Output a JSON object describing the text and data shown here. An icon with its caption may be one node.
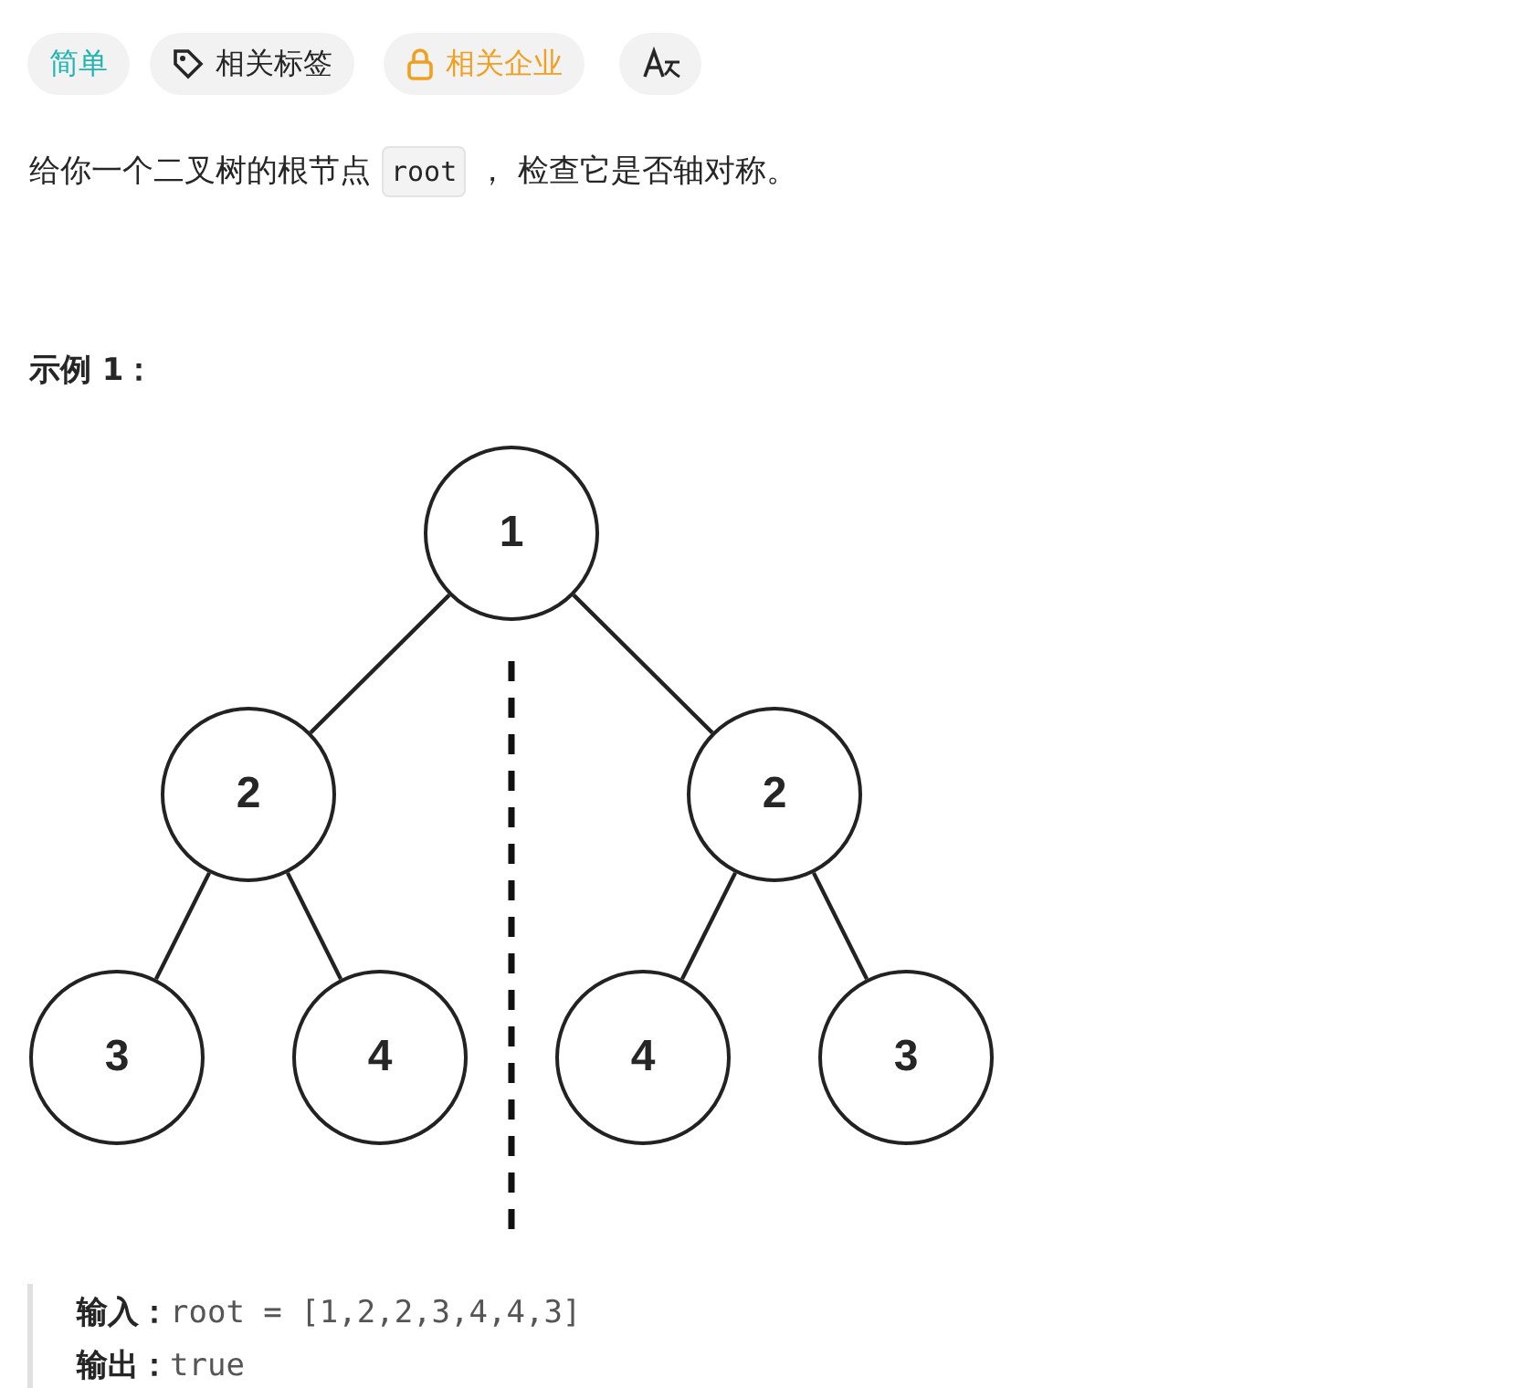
{
  "diagram": {
    "nodes": [
      {
        "text": [
          "1"
        ]
      },
      {
        "text": [
          "2"
        ]
      },
      {
        "text": [
          "2"
        ]
      },
      {
        "text": [
          "3"
        ]
      },
      {
        "text": [
          "4"
        ]
      },
      {
        "text": [
          "4"
        ]
      },
      {
        "text": [
          "3"
        ]
      }
    ],
    "edges": [
      {
        "from": 0,
        "to": 1,
        "arrow": "none"
      },
      {
        "from": 0,
        "to": 2,
        "arrow": "none"
      },
      {
        "from": 1,
        "to": 3,
        "arrow": "none"
      },
      {
        "from": 1,
        "to": 4,
        "arrow": "none"
      },
      {
        "from": 2,
        "to": 5,
        "arrow": "none"
      },
      {
        "from": 2,
        "to": 6,
        "arrow": "none"
      }
    ],
    "labels": [
      "简单",
      "相关标签",
      "相关企业",
      "给你一个二叉树的根节点",
      "root",
      "， 检查它是否轴对称。",
      "示例 1：",
      "输入：",
      "root = [1,2,2,3,4,4,3]",
      "输出：",
      "true"
    ]
  }
}
